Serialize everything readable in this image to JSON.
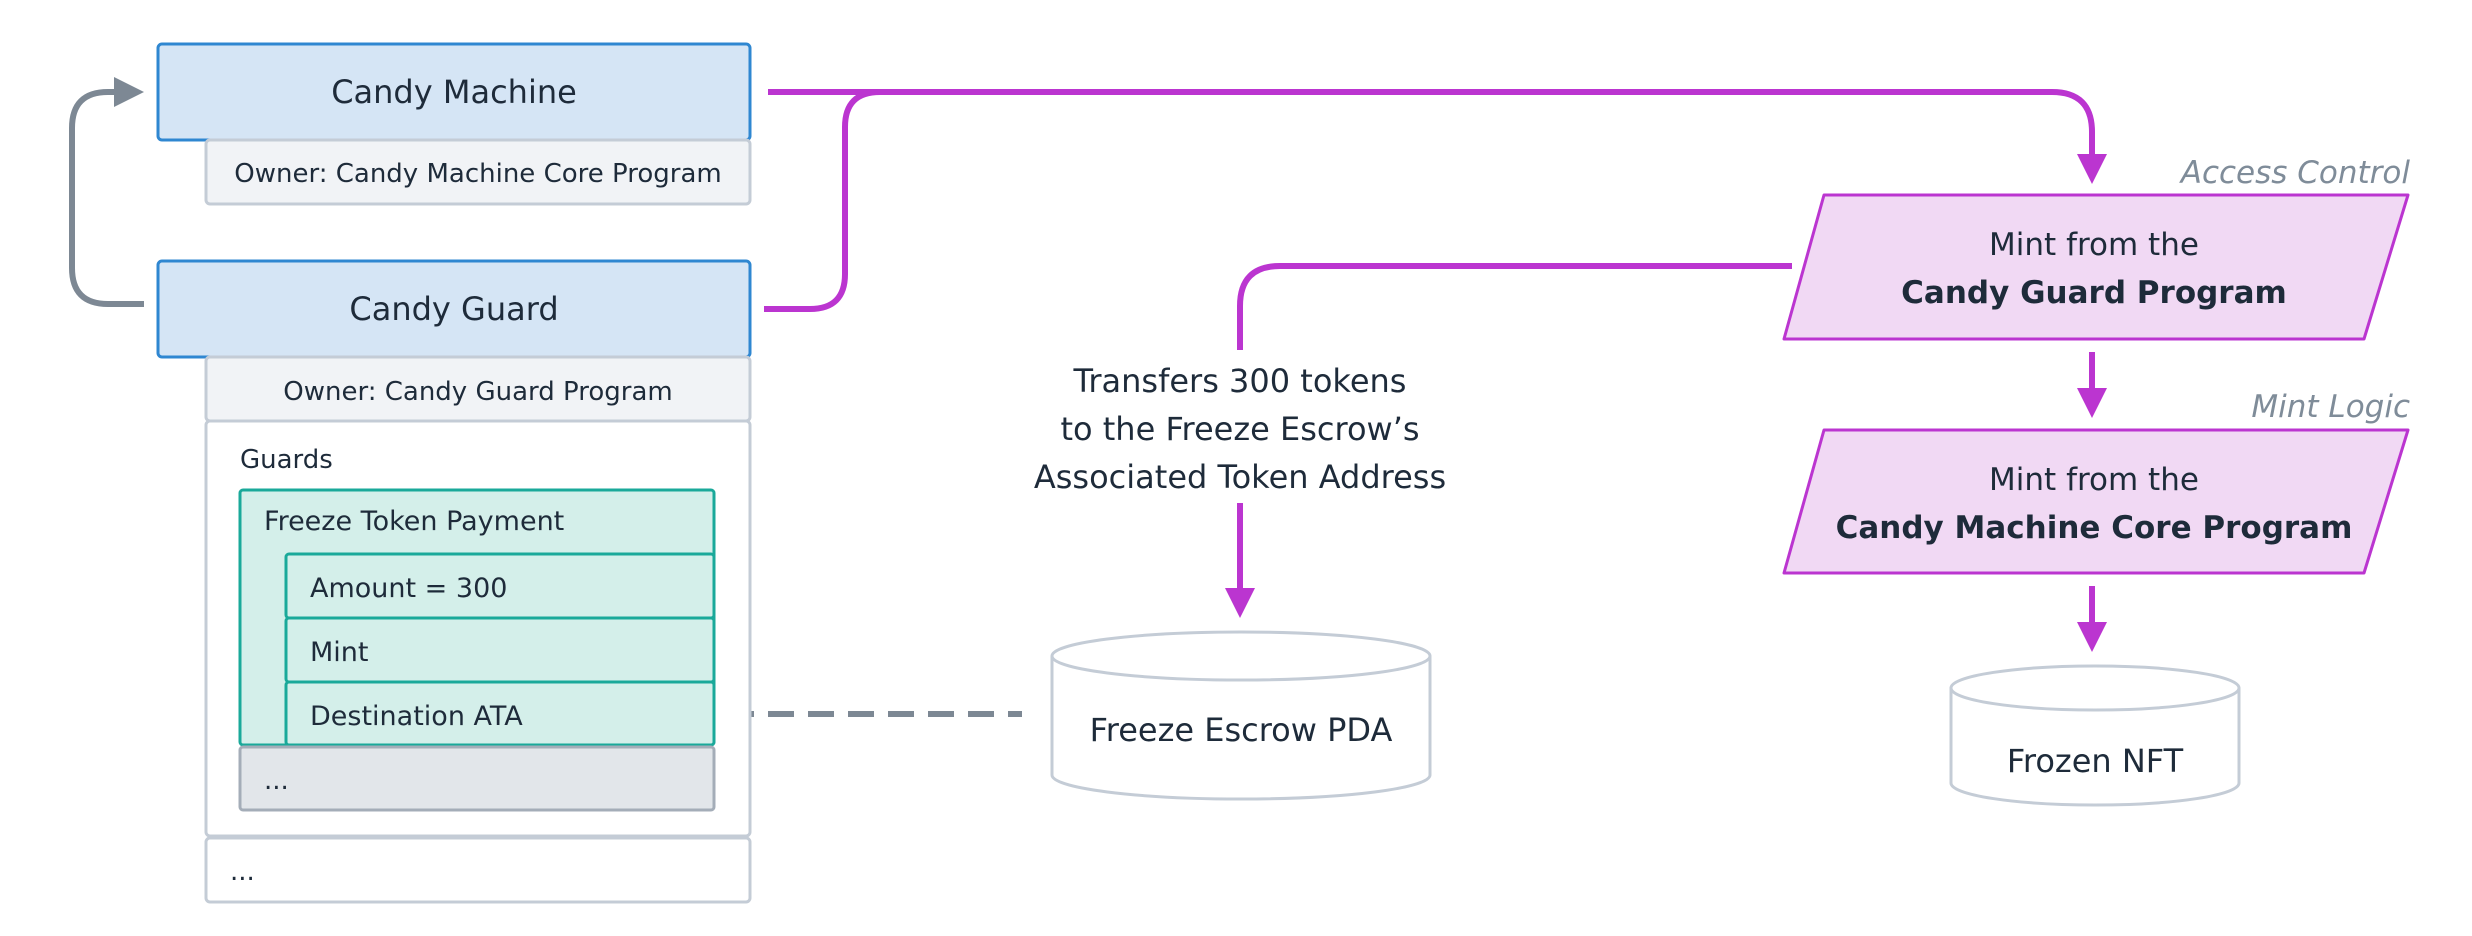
{
  "candy_machine": {
    "title": "Candy Machine",
    "owner": "Owner: Candy Machine Core Program"
  },
  "candy_guard": {
    "title": "Candy Guard",
    "owner": "Owner: Candy Guard Program",
    "guards_label": "Guards",
    "guard_group": {
      "title": "Freeze Token Payment",
      "settings": [
        "Amount = 300",
        "Mint",
        "Destination ATA"
      ]
    },
    "more_guards": "...",
    "more_accounts": "..."
  },
  "transfer_note": [
    "Transfers 300 tokens",
    "to the Freeze Escrow’s",
    "Associated Token Address"
  ],
  "freeze_escrow": "Freeze Escrow PDA",
  "frozen_nft": "Frozen NFT",
  "access_control": {
    "label": "Access Control",
    "line1": "Mint from the",
    "line2": "Candy Guard Program"
  },
  "mint_logic": {
    "label": "Mint Logic",
    "line1": "Mint from the",
    "line2": "Candy Machine Core Program"
  },
  "colors": {
    "blue_fill": "#d5e5f5",
    "blue_stroke": "#2f87d1",
    "owner_fill": "#f1f3f6",
    "gray_stroke": "#c4ccd6",
    "teal_fill": "#d4efea",
    "teal_stroke": "#1aa99a",
    "pink_fill": "#f1d9f4",
    "pink_stroke": "#bb35d0",
    "arrow_gray": "#7d8894"
  }
}
